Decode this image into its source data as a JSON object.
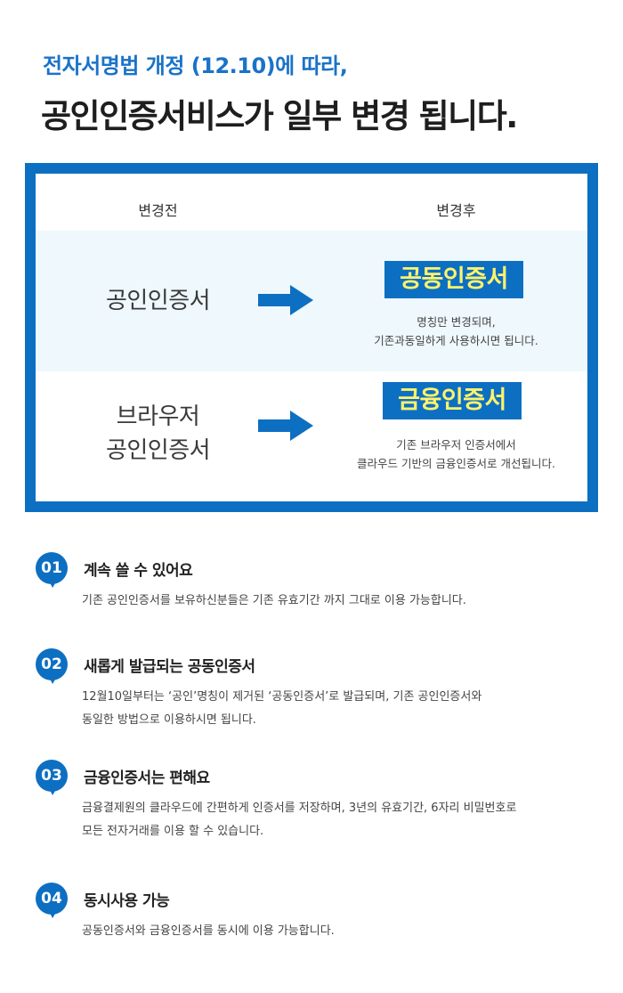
{
  "header": {
    "subtitle": "전자서명법 개정 (12.10)에 따라,",
    "title": "공인인증서비스가 일부 변경 됩니다."
  },
  "table": {
    "before_label": "변경전",
    "after_label": "변경후",
    "rows": [
      {
        "before_lines": [
          "공인인증서"
        ],
        "after_badge": "공동인증서",
        "after_desc": [
          "명칭만 변경되며,",
          "기존과동일하게 사용하시면 됩니다."
        ]
      },
      {
        "before_lines": [
          "브라우저",
          "공인인증서"
        ],
        "after_badge": "금융인증서",
        "after_desc": [
          "기존 브라우저 인증서에서",
          "클라우드 기반의 금융인증서로 개선됩니다."
        ]
      }
    ]
  },
  "items": [
    {
      "num": "01",
      "title": "계속 쓸 수 있어요",
      "body": [
        "기존 공인인증서를 보유하신분들은 기존 유효기간 까지 그대로 이용 가능합니다."
      ]
    },
    {
      "num": "02",
      "title": "새롭게 발급되는 공동인증서",
      "body": [
        "12월10일부터는 ‘공인’명칭이 제거된 ‘공동인증서’로  발급되며, 기존 공인인증서와",
        "동일한 방법으로 이용하시면 됩니다."
      ]
    },
    {
      "num": "03",
      "title": "금융인증서는 편해요",
      "body": [
        "금융결제원의 클라우드에 간편하게 인증서를 저장하며, 3년의 유효기간, 6자리 비밀번호로",
        "모든 전자거래를 이용 할 수 있습니다."
      ]
    },
    {
      "num": "04",
      "title": "동시사용 가능",
      "body": [
        "공동인증서와 금융인증서를 동시에 이용 가능합니다."
      ]
    }
  ],
  "colors": {
    "brand_blue": "#0d6fc2",
    "badge_text": "#fff36b",
    "highlight_row": "#eef8fd"
  },
  "icons": {
    "arrow": "arrow-right-icon"
  }
}
